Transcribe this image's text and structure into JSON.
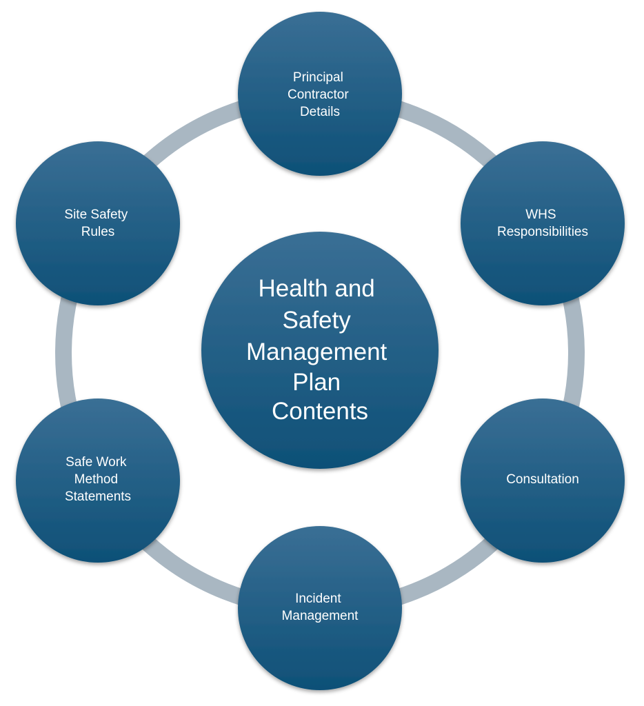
{
  "center": {
    "lines": [
      "Health and",
      "Safety",
      "Management",
      "Plan",
      "Contents"
    ]
  },
  "nodes": [
    {
      "id": "principal-contractor-details",
      "lines": [
        "Principal",
        "Contractor",
        "Details"
      ]
    },
    {
      "id": "whs-responsibilities",
      "lines": [
        "WHS",
        "Responsibilities"
      ]
    },
    {
      "id": "consultation",
      "lines": [
        "Consultation"
      ]
    },
    {
      "id": "incident-management",
      "lines": [
        "Incident",
        "Management"
      ]
    },
    {
      "id": "safe-work-method-statements",
      "lines": [
        "Safe Work",
        "Method",
        "Statements"
      ]
    },
    {
      "id": "site-safety-rules",
      "lines": [
        "Site Safety",
        "Rules"
      ]
    }
  ],
  "colors": {
    "node_top": "#3a6f95",
    "node_bottom": "#0e5077",
    "ring": "#a9b7c2",
    "text": "#ffffff"
  }
}
